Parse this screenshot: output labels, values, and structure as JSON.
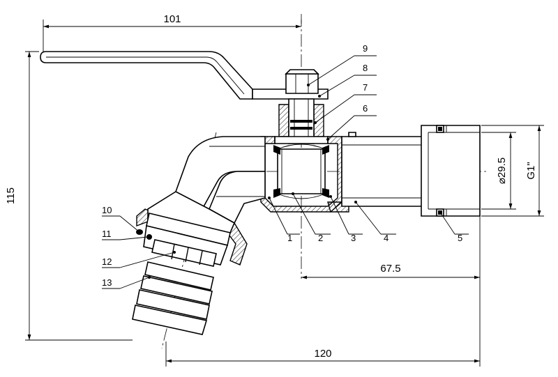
{
  "dimensions": {
    "handle_length": "101",
    "total_height": "115",
    "outlet_length": "67.5",
    "total_length": "120",
    "inner_diameter": "⌀29.5",
    "thread": "G1\""
  },
  "callouts": [
    "1",
    "2",
    "3",
    "4",
    "5",
    "6",
    "7",
    "8",
    "9",
    "10",
    "11",
    "12",
    "13"
  ]
}
